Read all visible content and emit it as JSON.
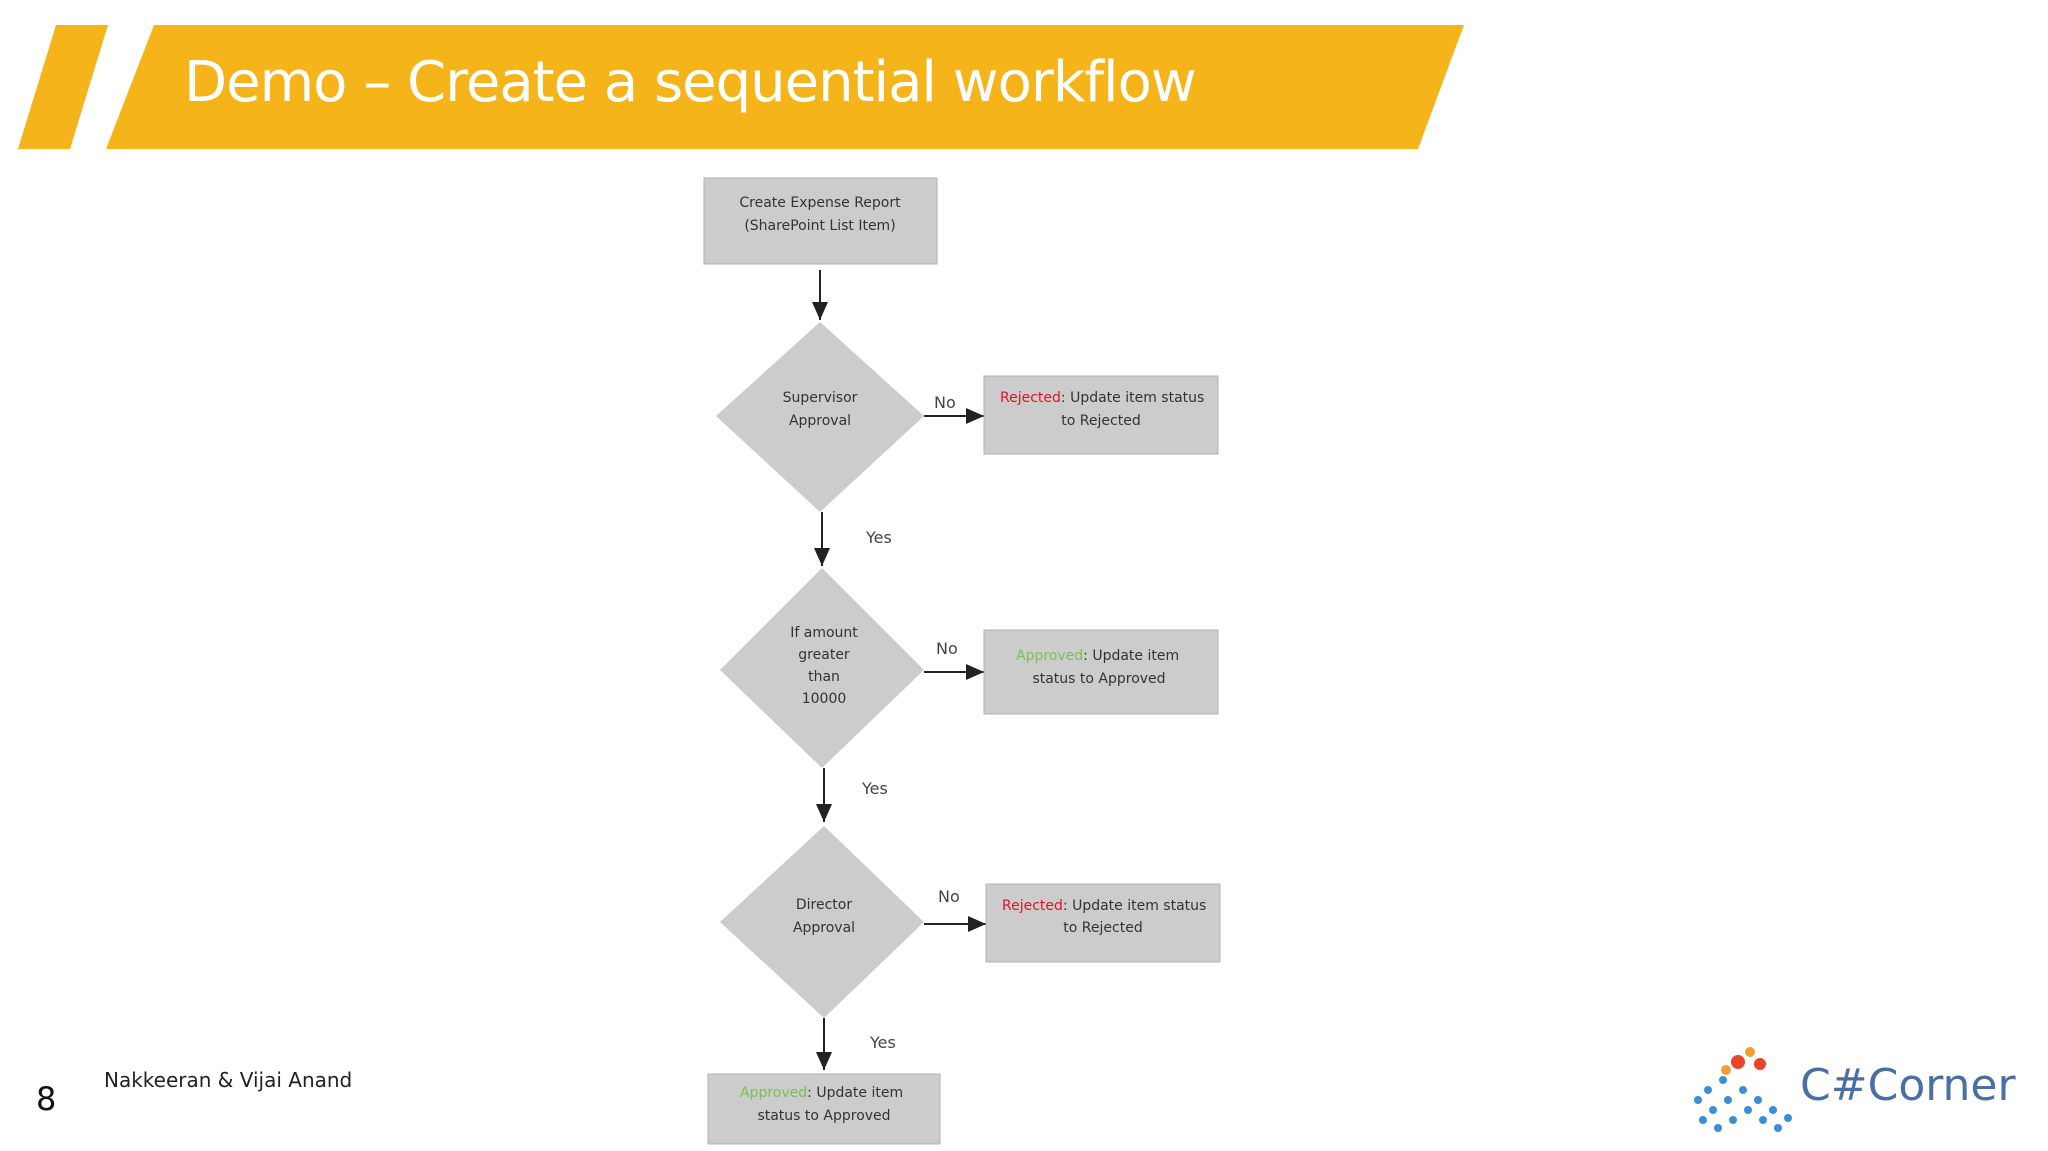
{
  "slide": {
    "title": "Demo – Create a sequential workflow",
    "page_number": "8",
    "author": "Nakkeeran & Vijai Anand",
    "logo_text": "C#Corner",
    "banner_color": "#F5B41A"
  },
  "diagram": {
    "start": {
      "line1": "Create Expense Report",
      "line2": "(SharePoint List Item)"
    },
    "decision1": {
      "line1": "Supervisor",
      "line2": "Approval"
    },
    "decision2": {
      "line1": "If amount",
      "line2": "greater",
      "line3": "than",
      "line4": "10000"
    },
    "decision3": {
      "line1": "Director",
      "line2": "Approval"
    },
    "outcome1": {
      "status": "Rejected",
      "line1": ": Update item status",
      "line2": "to Rejected"
    },
    "outcome2": {
      "status": "Approved",
      "line1": ": Update item",
      "line2": "status to Approved"
    },
    "outcome3": {
      "status": "Rejected",
      "line1": ": Update item status",
      "line2": "to Rejected"
    },
    "outcome4": {
      "status": "Approved",
      "line1": ": Update item",
      "line2": "status to Approved"
    },
    "labels": {
      "no": "No",
      "yes": "Yes"
    }
  }
}
